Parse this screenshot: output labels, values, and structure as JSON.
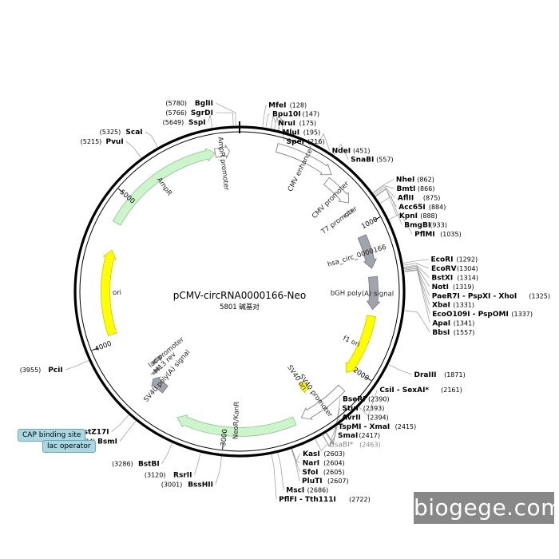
{
  "title": "pCMV-circRNA0000166-Neo",
  "subtitle": "5801 碱基对",
  "total_bp": 5801,
  "watermark": "biogege.com",
  "colors": {
    "backbone": "#000000",
    "promoter": "#ffffff",
    "resistance": "#ccf5cc",
    "origin": "#ffff00",
    "insert": "#a0a4ac",
    "label_box": "#a9d8e2"
  },
  "ticks": [
    {
      "bp": 1000,
      "label": "1000"
    },
    {
      "bp": 2000,
      "label": "2000"
    },
    {
      "bp": 3000,
      "label": "3000"
    },
    {
      "bp": 4000,
      "label": "4000"
    },
    {
      "bp": 5000,
      "label": "5000"
    }
  ],
  "features": [
    {
      "name": "CMV enhancer",
      "start": 235,
      "end": 615,
      "type": "promoter",
      "ring": 1
    },
    {
      "name": "CMV promoter",
      "start": 616,
      "end": 820,
      "type": "promoter",
      "ring": 2
    },
    {
      "name": "T7 promoter",
      "start": 865,
      "end": 883,
      "type": "promoter",
      "ring": 3
    },
    {
      "name": "hsa_circ_0000166",
      "start": 1060,
      "end": 1290,
      "type": "insert",
      "ring": 3
    },
    {
      "name": "bGH poly(A) signal",
      "start": 1350,
      "end": 1575,
      "type": "insert",
      "ring": 3
    },
    {
      "name": "f1 ori",
      "start": 1620,
      "end": 2050,
      "type": "origin",
      "ring": 3
    },
    {
      "name": "SV40 promoter",
      "start": 2150,
      "end": 2480,
      "type": "promoter",
      "ring": 2
    },
    {
      "name": "SV40 ori",
      "start": 2330,
      "end": 2380,
      "type": "origin",
      "ring": 5
    },
    {
      "name": "NeoR/KanR",
      "start": 2530,
      "end": 3325,
      "type": "resistance",
      "ring": 2
    },
    {
      "name": "SV40 poly(A) signal",
      "start": 3500,
      "end": 3620,
      "type": "insert",
      "ring": 4
    },
    {
      "name": "lac promoter",
      "start": 3700,
      "end": 3730,
      "type": "insert",
      "ring": 6
    },
    {
      "name": "M13 rev",
      "start": 3640,
      "end": 3660,
      "type": "insert",
      "ring": 5
    },
    {
      "name": "ori",
      "start": 4050,
      "end": 4640,
      "type": "origin",
      "ring": 3
    },
    {
      "name": "AmpR",
      "start": 4820,
      "end": 5640,
      "type": "resistance",
      "ring": 2
    },
    {
      "name": "AmpR promoter",
      "start": 5640,
      "end": 5735,
      "type": "promoter",
      "ring": 2
    }
  ],
  "sites": [
    {
      "name": "BglII",
      "pos": "(5780)",
      "bp": 5780,
      "side": "left",
      "gray": false
    },
    {
      "name": "SgrDI",
      "pos": "(5766)",
      "bp": 5766,
      "side": "left",
      "gray": false
    },
    {
      "name": "SspI",
      "pos": "(5649)",
      "bp": 5649,
      "side": "left",
      "gray": false
    },
    {
      "name": "ScaI",
      "pos": "(5325)",
      "bp": 5325,
      "side": "left",
      "gray": false
    },
    {
      "name": "PvuI",
      "pos": "(5215)",
      "bp": 5215,
      "side": "left",
      "gray": false
    },
    {
      "name": "MfeI",
      "pos": "(128)",
      "bp": 128,
      "side": "right",
      "gray": false
    },
    {
      "name": "Bpu10I",
      "pos": "(147)",
      "bp": 147,
      "side": "right",
      "gray": false
    },
    {
      "name": "NruI",
      "pos": "(175)",
      "bp": 175,
      "side": "right",
      "gray": false
    },
    {
      "name": "MluI",
      "pos": "(195)",
      "bp": 195,
      "side": "right",
      "gray": false
    },
    {
      "name": "SpeI",
      "pos": "(216)",
      "bp": 216,
      "side": "right",
      "gray": false
    },
    {
      "name": "NdeI",
      "pos": "(451)",
      "bp": 451,
      "side": "right",
      "gray": false
    },
    {
      "name": "SnaBI",
      "pos": "(557)",
      "bp": 557,
      "side": "right",
      "gray": false
    },
    {
      "name": "NheI",
      "pos": "(862)",
      "bp": 862,
      "side": "right",
      "gray": false
    },
    {
      "name": "BmtI",
      "pos": "(866)",
      "bp": 866,
      "side": "right",
      "gray": false
    },
    {
      "name": "AflII",
      "pos": "(875)",
      "bp": 875,
      "side": "right",
      "gray": false
    },
    {
      "name": "Acc65I",
      "pos": "(884)",
      "bp": 884,
      "side": "right",
      "gray": false
    },
    {
      "name": "KpnI",
      "pos": "(888)",
      "bp": 888,
      "side": "right",
      "gray": false
    },
    {
      "name": "BmgBI",
      "pos": "(933)",
      "bp": 933,
      "side": "right",
      "gray": false
    },
    {
      "name": "PflMI",
      "pos": "(1035)",
      "bp": 1035,
      "side": "right",
      "gray": false
    },
    {
      "name": "EcoRI",
      "pos": "(1292)",
      "bp": 1292,
      "side": "right",
      "gray": false
    },
    {
      "name": "EcoRV",
      "pos": "(1304)",
      "bp": 1304,
      "side": "right",
      "gray": false
    },
    {
      "name": "BstXI",
      "pos": "(1314)",
      "bp": 1314,
      "side": "right",
      "gray": false
    },
    {
      "name": "NotI",
      "pos": "(1319)",
      "bp": 1319,
      "side": "right",
      "gray": false
    },
    {
      "name": "PaeR7I - PspXI - XhoI",
      "pos": "(1325)",
      "bp": 1325,
      "side": "right",
      "gray": false
    },
    {
      "name": "XbaI",
      "pos": "(1331)",
      "bp": 1331,
      "side": "right",
      "gray": false
    },
    {
      "name": "EcoO109I - PspOMI",
      "pos": "(1337)",
      "bp": 1337,
      "side": "right",
      "gray": false
    },
    {
      "name": "ApaI",
      "pos": "(1341)",
      "bp": 1341,
      "side": "right",
      "gray": false
    },
    {
      "name": "BbsI",
      "pos": "(1557)",
      "bp": 1557,
      "side": "right",
      "gray": false
    },
    {
      "name": "DraIII",
      "pos": "(1871)",
      "bp": 1871,
      "side": "right",
      "gray": false
    },
    {
      "name": "CsiI - SexAI*",
      "pos": "(2161)",
      "bp": 2161,
      "side": "right",
      "gray": false
    },
    {
      "name": "BseRI",
      "pos": "(2390)",
      "bp": 2390,
      "side": "right",
      "gray": false
    },
    {
      "name": "StuI",
      "pos": "(2393)",
      "bp": 2393,
      "side": "right",
      "gray": false
    },
    {
      "name": "AvrII",
      "pos": "(2394)",
      "bp": 2394,
      "side": "right",
      "gray": false
    },
    {
      "name": "TspMI - XmaI",
      "pos": "(2415)",
      "bp": 2415,
      "side": "right",
      "gray": false
    },
    {
      "name": "SmaI",
      "pos": "(2417)",
      "bp": 2417,
      "side": "right",
      "gray": false
    },
    {
      "name": "BsaBI*",
      "pos": "(2463)",
      "bp": 2463,
      "side": "right",
      "gray": true
    },
    {
      "name": "KasI",
      "pos": "(2603)",
      "bp": 2603,
      "side": "right",
      "gray": false
    },
    {
      "name": "NarI",
      "pos": "(2604)",
      "bp": 2604,
      "side": "right",
      "gray": false
    },
    {
      "name": "SfoI",
      "pos": "(2605)",
      "bp": 2605,
      "side": "right",
      "gray": false
    },
    {
      "name": "PluTI",
      "pos": "(2607)",
      "bp": 2607,
      "side": "right",
      "gray": false
    },
    {
      "name": "MscI",
      "pos": "(2686)",
      "bp": 2686,
      "side": "right",
      "gray": false
    },
    {
      "name": "PflFI - Tth111I",
      "pos": "(2722)",
      "bp": 2722,
      "side": "right",
      "gray": false
    },
    {
      "name": "BssHII",
      "pos": "(3001)",
      "bp": 3001,
      "side": "left",
      "gray": false
    },
    {
      "name": "RsrII",
      "pos": "(3120)",
      "bp": 3120,
      "side": "left",
      "gray": false
    },
    {
      "name": "BstBI",
      "pos": "(3286)",
      "bp": 3286,
      "side": "left",
      "gray": false
    },
    {
      "name": "BsmI",
      "pos": "(3524)",
      "bp": 3524,
      "side": "left",
      "gray": false
    },
    {
      "name": "BstZ17I",
      "pos": "(3576)",
      "bp": 3576,
      "side": "left",
      "gray": false
    },
    {
      "name": "PciI",
      "pos": "(3955)",
      "bp": 3955,
      "side": "left",
      "gray": false
    }
  ],
  "boxed_labels": [
    {
      "text": "CAP binding site"
    },
    {
      "text": "lac operator"
    }
  ]
}
